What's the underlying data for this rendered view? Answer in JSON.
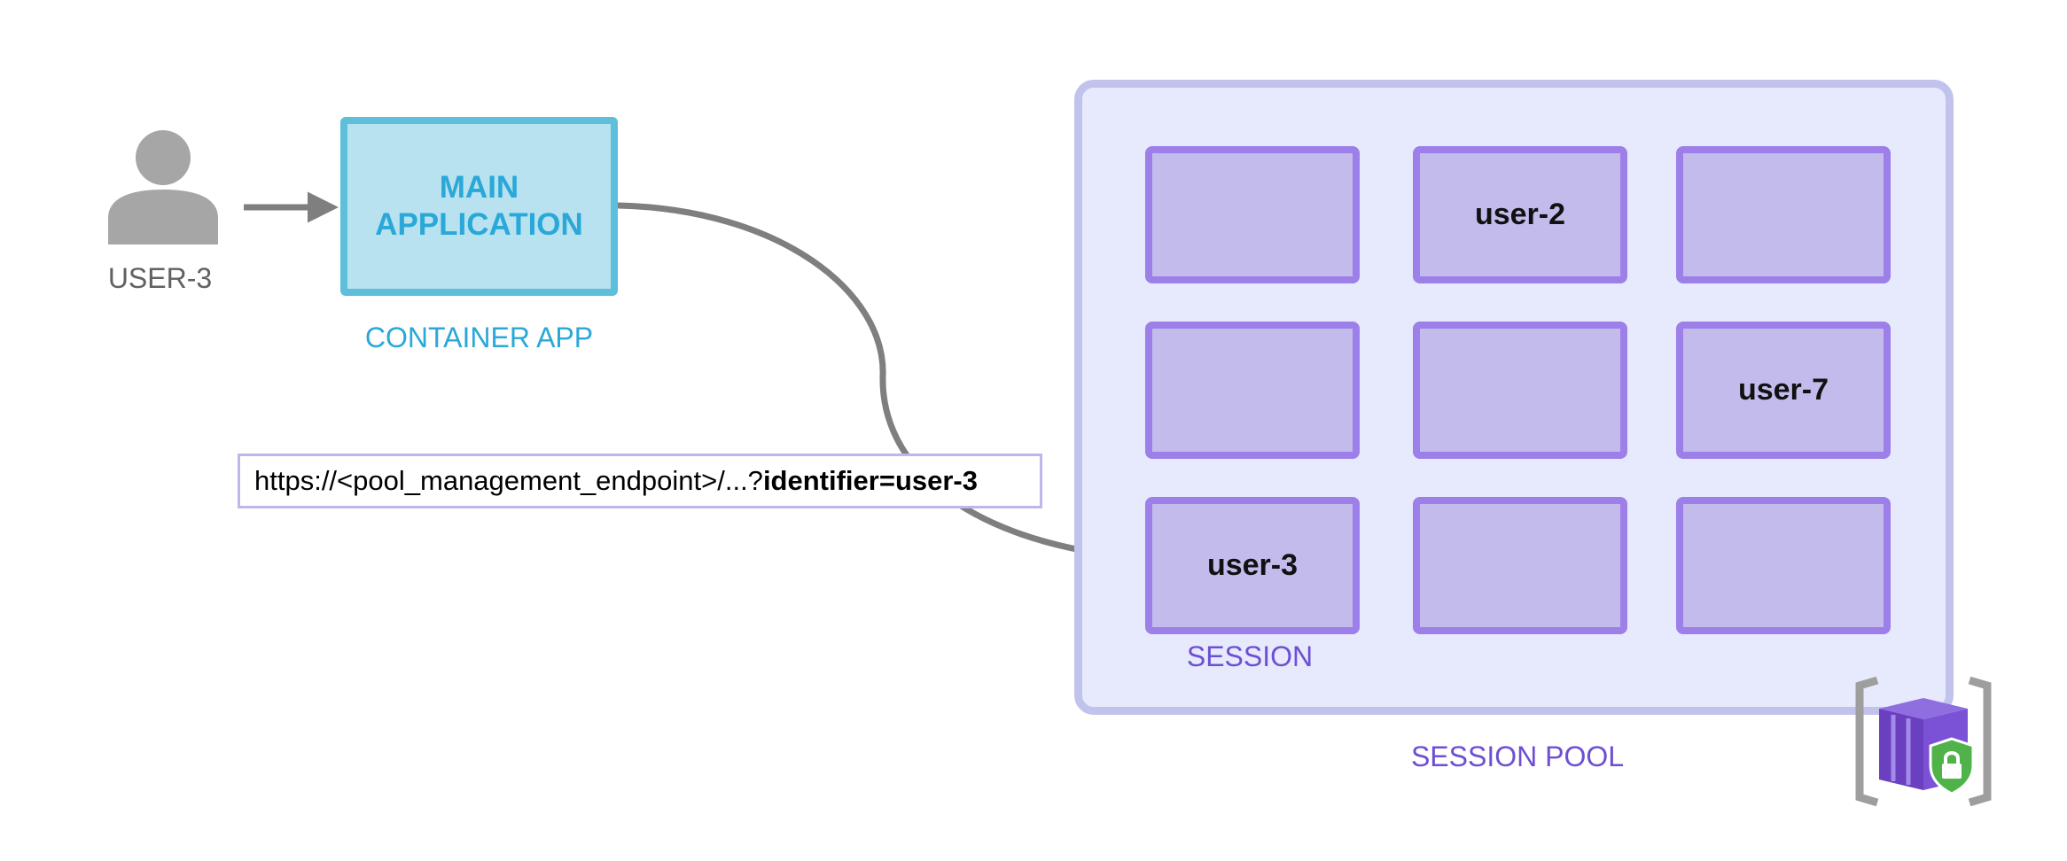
{
  "user": {
    "label": "USER-3"
  },
  "main_app": {
    "title": "MAIN\nAPPLICATION",
    "caption": "CONTAINER APP"
  },
  "request": {
    "url_prefix": "https://<pool_management_endpoint>/...?",
    "url_param": "identifier=user-3"
  },
  "session_pool": {
    "label": "SESSION POOL",
    "session_label": "SESSION",
    "sessions": [
      {
        "label": ""
      },
      {
        "label": "user-2"
      },
      {
        "label": ""
      },
      {
        "label": ""
      },
      {
        "label": ""
      },
      {
        "label": "user-7"
      },
      {
        "label": "user-3"
      },
      {
        "label": ""
      },
      {
        "label": ""
      }
    ]
  },
  "colors": {
    "app_fill": "#b8e2ef",
    "app_border": "#5ebfdb",
    "app_text": "#2aa8d8",
    "pool_fill": "#e7eafc",
    "pool_border": "#c2c3ed",
    "session_fill": "#c3bbec",
    "session_border": "#9c7fe8",
    "session_text": "#6e4fd4",
    "arrow": "#7f7f7f",
    "user_icon": "#a6a6a6"
  },
  "icons": [
    "user-icon",
    "container-sessions-logo-icon",
    "shield-lock-icon"
  ]
}
